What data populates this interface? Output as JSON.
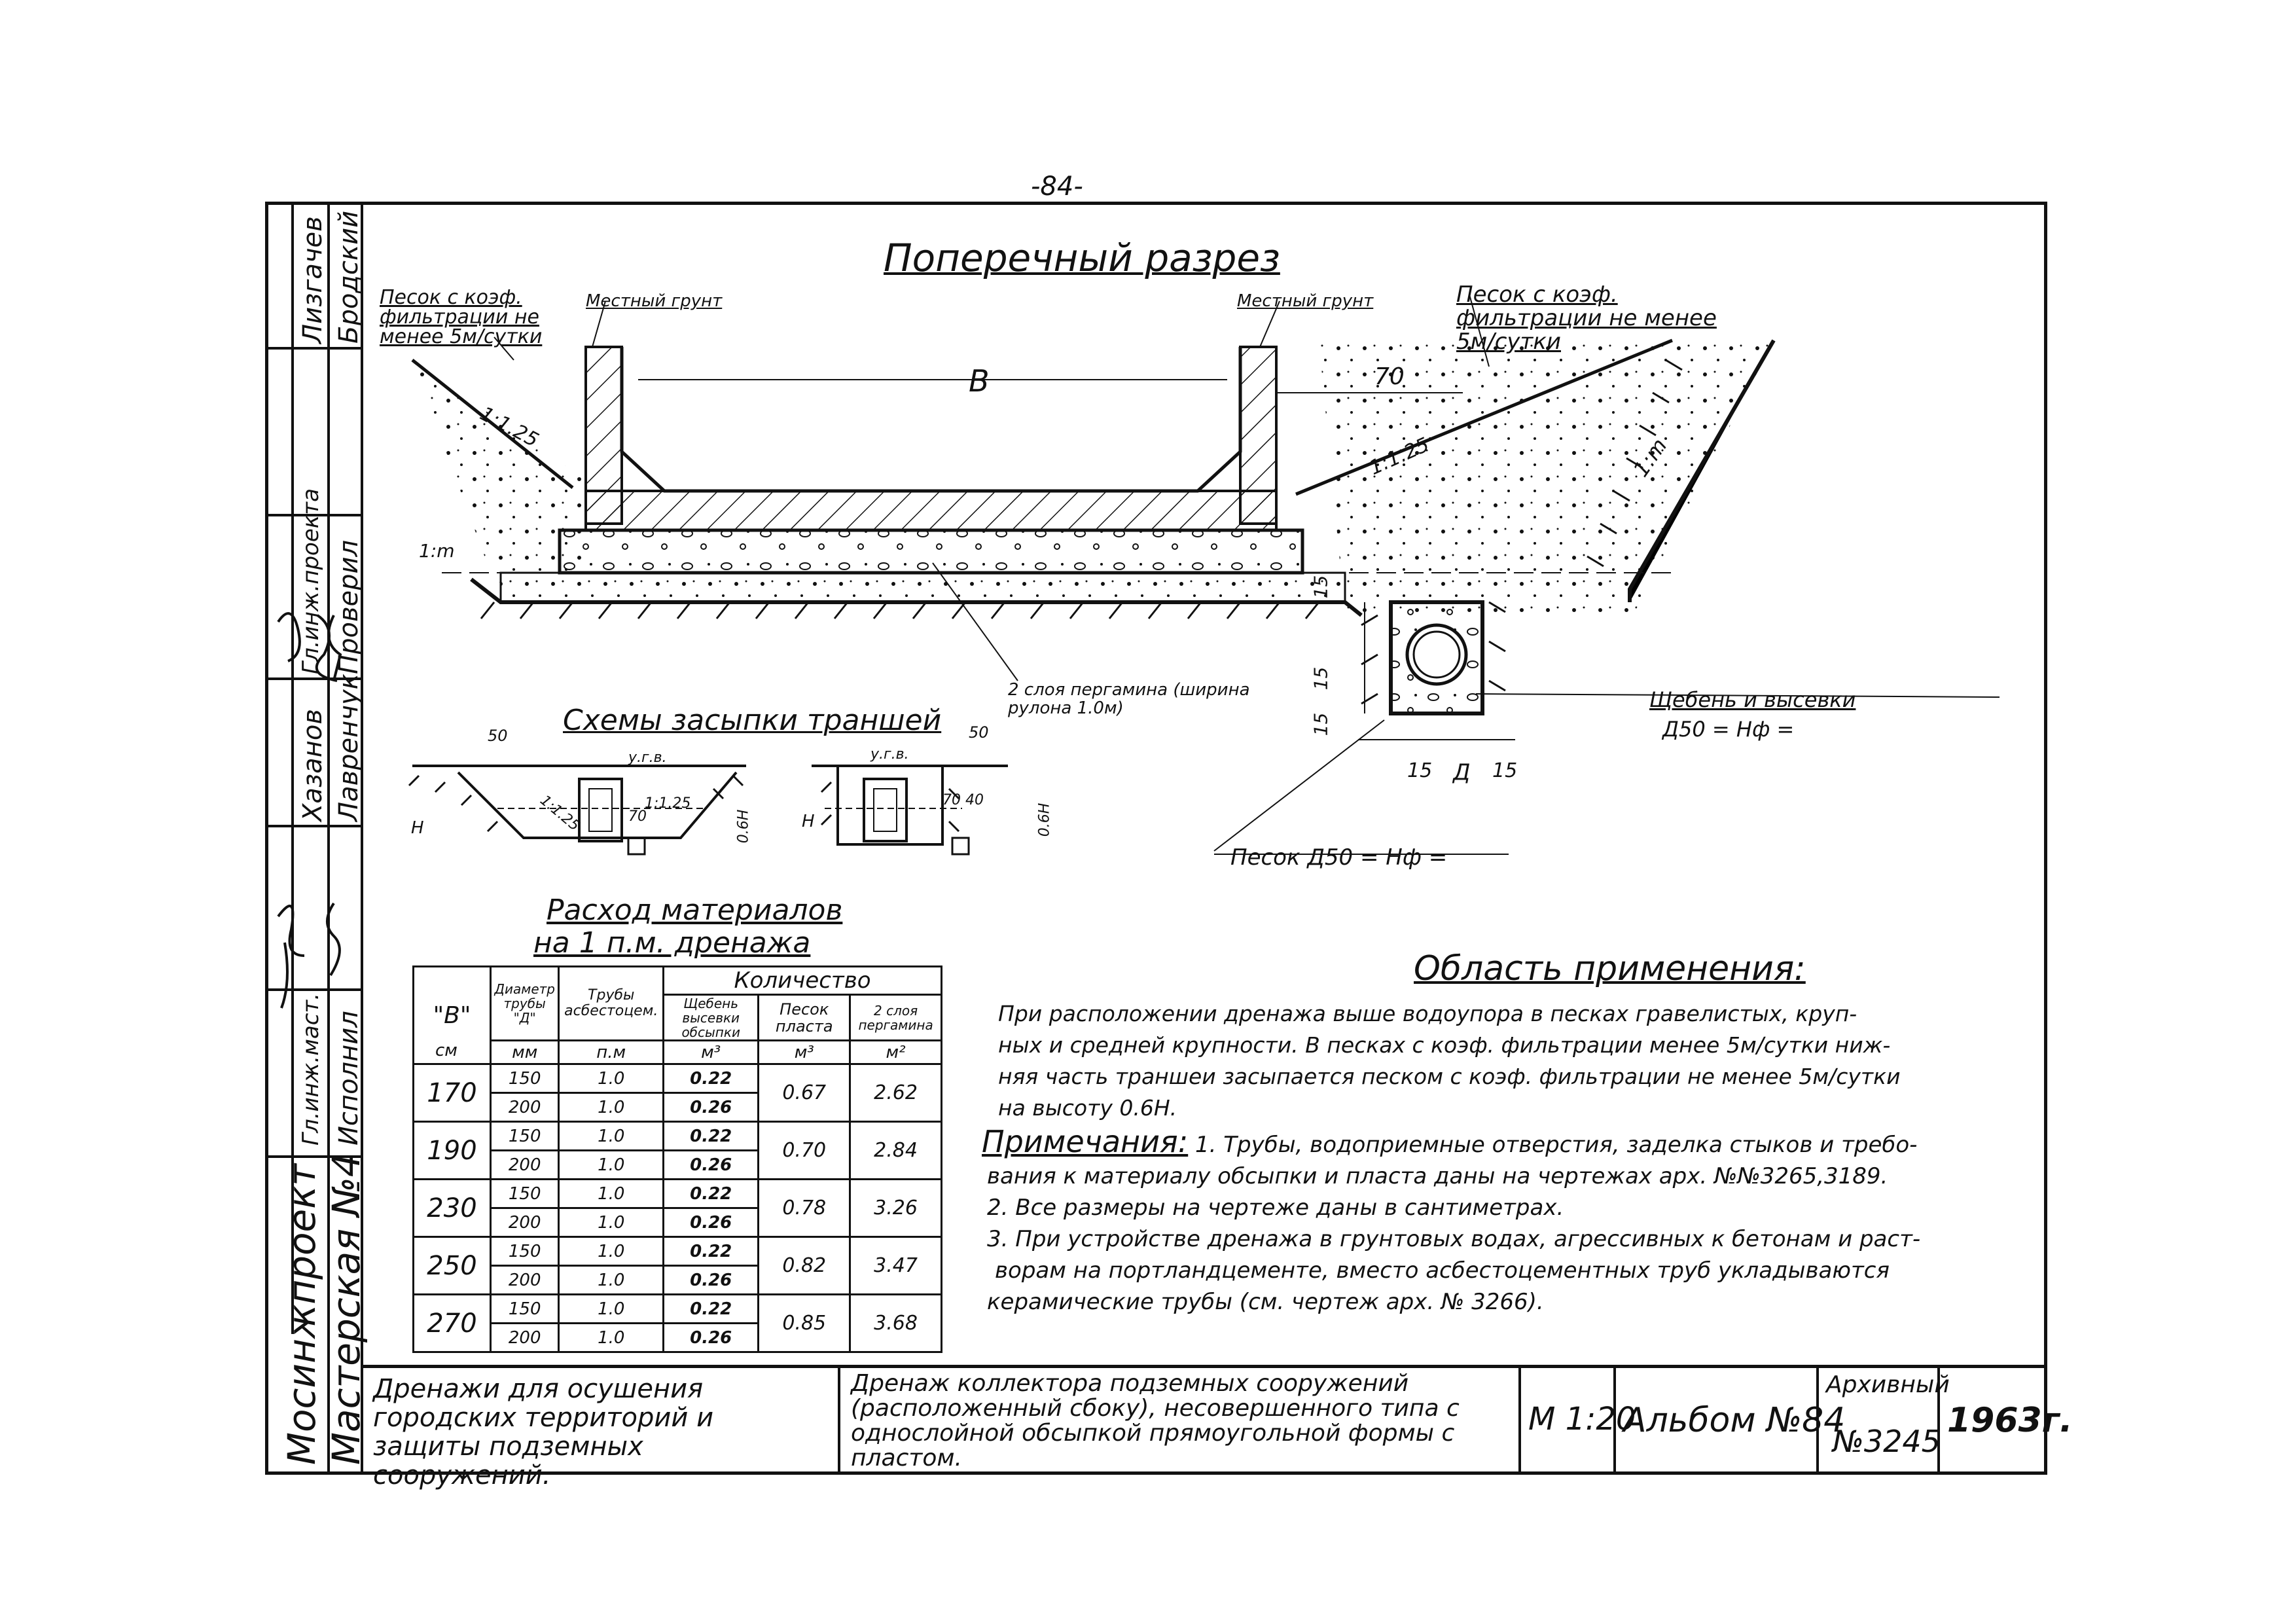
{
  "page_number": "-84-",
  "stamp": {
    "org1": "Мосинжпроект",
    "org2": "Мастерская №4",
    "rows": [
      {
        "role": "Гл.инж.маст.",
        "name": "Исполнил"
      },
      {
        "role": "Гл.инж.проекта",
        "name": "Проверил"
      },
      {
        "role": "Хазанов",
        "name": "Лавренчук"
      },
      {
        "role": "Лизгачев",
        "name": "Бродский"
      }
    ]
  },
  "section_title": "Поперечный разрез",
  "cross_section": {
    "label_sand_left": "Песок с коэф. фильтрации не менее 5м/сутки",
    "label_local_soil_left": "Местный грунт",
    "label_local_soil_right": "Местный грунт",
    "label_sand_right": "Песок с коэф. фильтрации не менее 5м/сутки",
    "label_B": "В",
    "label_70": "70",
    "slope_left": "1:1.25",
    "slope_right": "1:1.25",
    "slope_m": "1:m",
    "slope_m_left": "1:m",
    "dim_15a": "15",
    "dim_15b": "15",
    "dim_15c": "15",
    "dim_15d": "15",
    "dim_15e": "15",
    "label_D": "Д",
    "label_roofing": "2 слоя пергамина (ширина рулона 1.0м)",
    "label_gravel": "Щебень и высевки",
    "label_gravel_params": "Д50 =        Нф =",
    "label_sand_bottom": "Песок Д50 =        Нф ="
  },
  "schemes": {
    "title": "Схемы засыпки траншей",
    "dim_50a": "50",
    "dim_50b": "50",
    "ugv_a": "у.г.в.",
    "ugv_b": "у.г.в.",
    "slope_a": "1:1.25",
    "slope_b": "1:1.25",
    "dim_70a": "70",
    "dim_70b": "70",
    "dim_40": "40",
    "h_a": "Н",
    "h_b": "Н",
    "h06_a": "0.6Н",
    "h06_b": "0.6Н"
  },
  "materials": {
    "title_line1": "Расход материалов",
    "title_line2": "на 1 п.м. дренажа",
    "header": {
      "b": "\"В\"",
      "b_unit": "см",
      "d": "Диаметр трубы \"Д\"",
      "d_unit": "мм",
      "pipes": "Трубы асбестоцем.",
      "pipes_unit": "п.м",
      "qty": "Количество",
      "gravel": "Щебень высевки обсыпки",
      "gravel_unit": "м³",
      "sand": "Песок пласта",
      "sand_unit": "м³",
      "roof": "2 слоя пергамина",
      "roof_unit": "м²"
    },
    "rows": [
      {
        "b": "170",
        "d1": "150",
        "p1": "1.0",
        "g1": "0.22",
        "d2": "200",
        "p2": "1.0",
        "g2": "0.26",
        "sand": "0.67",
        "roof": "2.62"
      },
      {
        "b": "190",
        "d1": "150",
        "p1": "1.0",
        "g1": "0.22",
        "d2": "200",
        "p2": "1.0",
        "g2": "0.26",
        "sand": "0.70",
        "roof": "2.84"
      },
      {
        "b": "230",
        "d1": "150",
        "p1": "1.0",
        "g1": "0.22",
        "d2": "200",
        "p2": "1.0",
        "g2": "0.26",
        "sand": "0.78",
        "roof": "3.26"
      },
      {
        "b": "250",
        "d1": "150",
        "p1": "1.0",
        "g1": "0.22",
        "d2": "200",
        "p2": "1.0",
        "g2": "0.26",
        "sand": "0.82",
        "roof": "3.47"
      },
      {
        "b": "270",
        "d1": "150",
        "p1": "1.0",
        "g1": "0.22",
        "d2": "200",
        "p2": "1.0",
        "g2": "0.26",
        "sand": "0.85",
        "roof": "3.68"
      }
    ]
  },
  "scope": {
    "title": "Область применения:",
    "lines": [
      "При расположении дренажа выше водоупора в песках гравелистых, круп-",
      "ных и средней крупности. В песках с коэф. фильтрации менее 5м/сутки ниж-",
      "няя часть траншеи засыпается песком с коэф. фильтрации не менее 5м/сутки",
      "на высоту 0.6Н."
    ]
  },
  "notes": {
    "title": "Примечания:",
    "lines": [
      "1. Трубы, водоприемные отверстия, заделка стыков и требо-",
      "вания к материалу обсыпки и пласта даны на чертежах арх. №№3265,3189.",
      "2. Все размеры на чертеже даны в сантиметрах.",
      "3. При устройстве дренажа в грунтовых водах, агрессивных к бетонам и раст-",
      "ворам на портландцементе, вместо асбестоцементных труб укладываются",
      "керамические трубы (см. чертеж арх. № 3266)."
    ]
  },
  "title_block": {
    "series": "Дренажи для осушения городских территорий и защиты подземных сооружений.",
    "drawing": "Дренаж коллектора подземных сооружений (расположенный сбоку), несовершенного типа с однослойной обсыпкой прямоугольной формы с пластом.",
    "scale": "М 1:20",
    "album": "Альбом №84",
    "archive_label": "Архивный",
    "archive_no": "№3245",
    "year": "1963г."
  }
}
